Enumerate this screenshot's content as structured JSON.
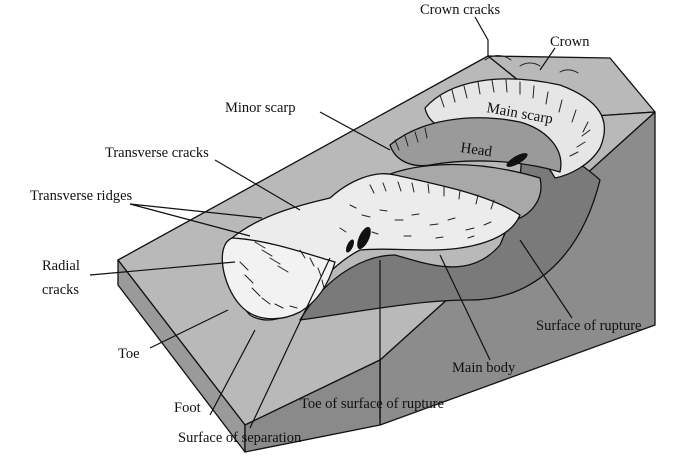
{
  "diagram": {
    "labels": {
      "crown_cracks": "Crown cracks",
      "crown": "Crown",
      "main_scarp": "Main scarp",
      "head": "Head",
      "minor_scarp": "Minor scarp",
      "transverse_cracks": "Transverse cracks",
      "transverse_ridges": "Transverse ridges",
      "radial_cracks_line1": "Radial",
      "radial_cracks_line2": "cracks",
      "toe": "Toe",
      "foot": "Foot",
      "surface_of_separation": "Surface of separation",
      "toe_of_surface_of_rupture": "Toe of surface of rupture",
      "main_body": "Main body",
      "surface_of_rupture": "Surface of rupture"
    },
    "colors": {
      "slope_top": "#b9b9b9",
      "slope_face": "#8c8c8c",
      "slab_side": "#9a9a9a",
      "rupture_surface": "#7a7a7a",
      "slide_mass": "#ececec",
      "head_block": "#9a9a9a"
    }
  }
}
